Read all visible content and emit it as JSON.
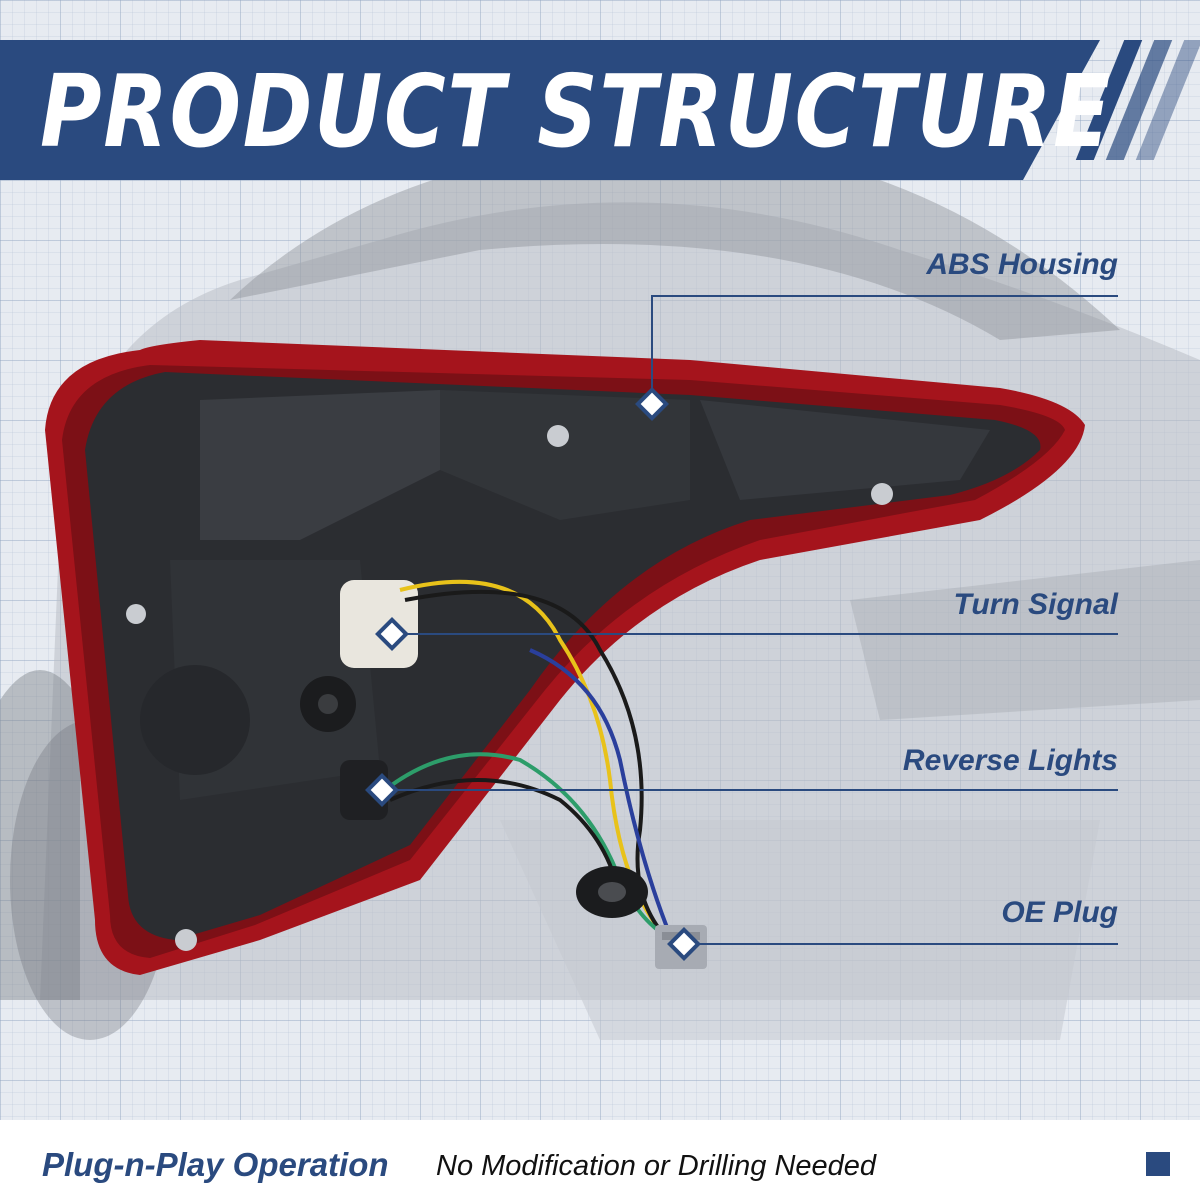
{
  "header": {
    "title": "PRODUCT STRUCTURE"
  },
  "callouts": [
    {
      "label": "ABS Housing"
    },
    {
      "label": "Turn Signal"
    },
    {
      "label": "Reverse Lights"
    },
    {
      "label": "OE Plug"
    }
  ],
  "footer": {
    "main_text": "Plug-n-Play Operation",
    "sub_text": "No Modification or Drilling Needed"
  },
  "colors": {
    "accent": "#2a4a7f",
    "housing": "#2b2d31",
    "lens_red": "#b0161e",
    "wire_yellow": "#e8c21a",
    "wire_green": "#2d9d6a",
    "wire_blue": "#2a3f9c",
    "wire_black": "#1a1a1a"
  }
}
